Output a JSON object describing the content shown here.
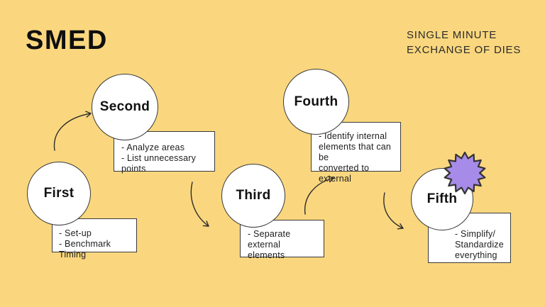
{
  "header": {
    "title": "SMED",
    "subtitle": [
      "SINGLE MINUTE",
      "EXCHANGE OF DIES"
    ]
  },
  "steps": [
    {
      "label": "First",
      "notes": [
        "- Set-up",
        "- Benchmark Timing"
      ]
    },
    {
      "label": "Second",
      "notes": [
        "- Analyze areas",
        "- List unnecessary points"
      ]
    },
    {
      "label": "Third",
      "notes": [
        "- Separate external",
        "elements"
      ]
    },
    {
      "label": "Fourth",
      "notes": [
        "- Identify internal",
        "elements that can be",
        "converted to external"
      ]
    },
    {
      "label": "Fifth",
      "notes": [
        "- Simplify/",
        "Standardize",
        "everything"
      ]
    }
  ],
  "colors": {
    "background": "#FAD77E",
    "shape_fill": "#FFFFFF",
    "stroke": "#3A3A3A",
    "star_fill": "#A78BE8",
    "text": "#1D1D1D"
  }
}
